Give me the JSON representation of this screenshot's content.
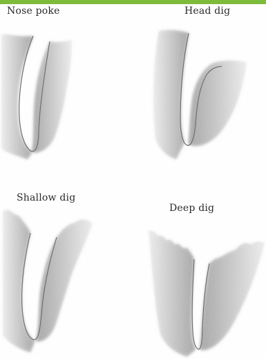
{
  "colors": {
    "accent_bar": "#7dbb3c",
    "burrow_ink": "#9a9a9a",
    "background": "#fefefe"
  },
  "panels": [
    {
      "label": "Nose poke"
    },
    {
      "label": "Head dig"
    },
    {
      "label": "Shallow dig"
    },
    {
      "label": "Deep dig"
    }
  ]
}
